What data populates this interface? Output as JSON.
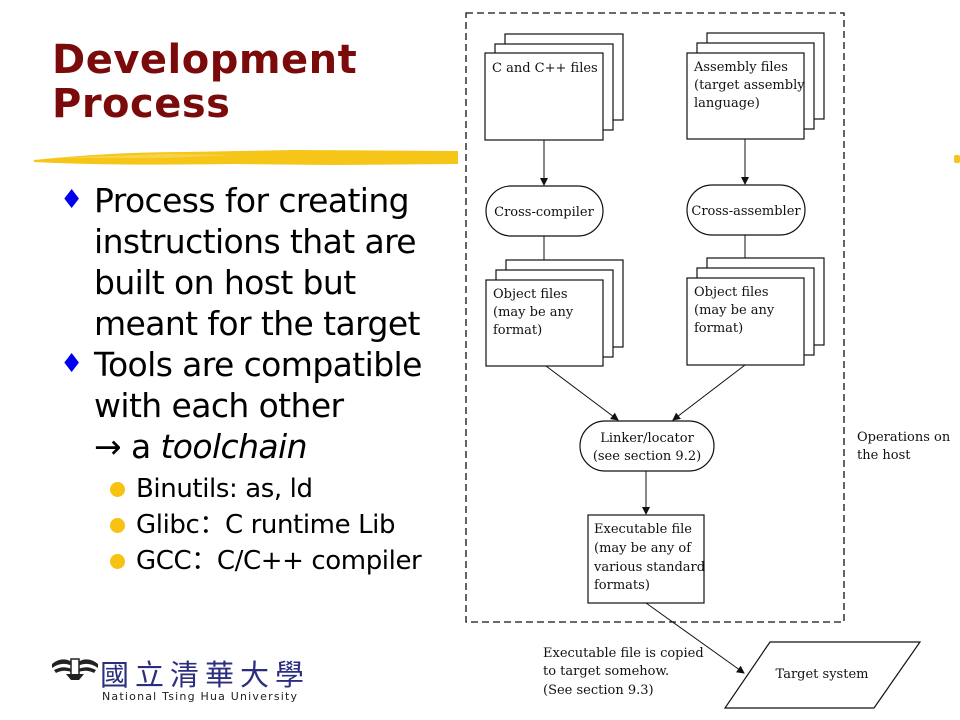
{
  "slide": {
    "title_lines": [
      "Development",
      "Process"
    ],
    "accent_color": "#7b0a0a",
    "brush_color": "#f5c518",
    "bullets": [
      {
        "icon": "diamond-bullet-icon",
        "lines": [
          "Process for creating",
          "instructions that are",
          "built on host but",
          "meant for the target"
        ]
      },
      {
        "icon": "diamond-bullet-icon",
        "lines": [
          "Tools are compatible",
          "with each other"
        ],
        "arrow_prefix": "→ a ",
        "arrow_term": "toolchain",
        "subitems": [
          "Binutils: as, ld",
          "Glibc：C runtime Lib",
          "GCC：C/C++ compiler"
        ]
      }
    ],
    "bullet_color": "#0000ee",
    "subbullet_color": "#f7c211"
  },
  "logo": {
    "chinese_name": "國立清華大學",
    "english_name": "National Tsing Hua University"
  },
  "diagram": {
    "source_c": "C and C++ files",
    "source_asm": [
      "Assembly files",
      "(target assembly",
      "language)"
    ],
    "cross_compiler": "Cross-compiler",
    "cross_assembler": "Cross-assembler",
    "object_left": [
      "Object files",
      "(may be any",
      "format)"
    ],
    "object_right": [
      "Object files",
      "(may be any",
      "format)"
    ],
    "linker": [
      "Linker/locator",
      "(see section 9.2)"
    ],
    "executable": [
      "Executable file",
      "(may be any of",
      "various standard",
      "formats)"
    ],
    "host_label": [
      "Operations on",
      "the host"
    ],
    "copy_note": [
      "Executable file is copied",
      "to target somehow.",
      "(See section 9.3)"
    ],
    "target": "Target system"
  }
}
